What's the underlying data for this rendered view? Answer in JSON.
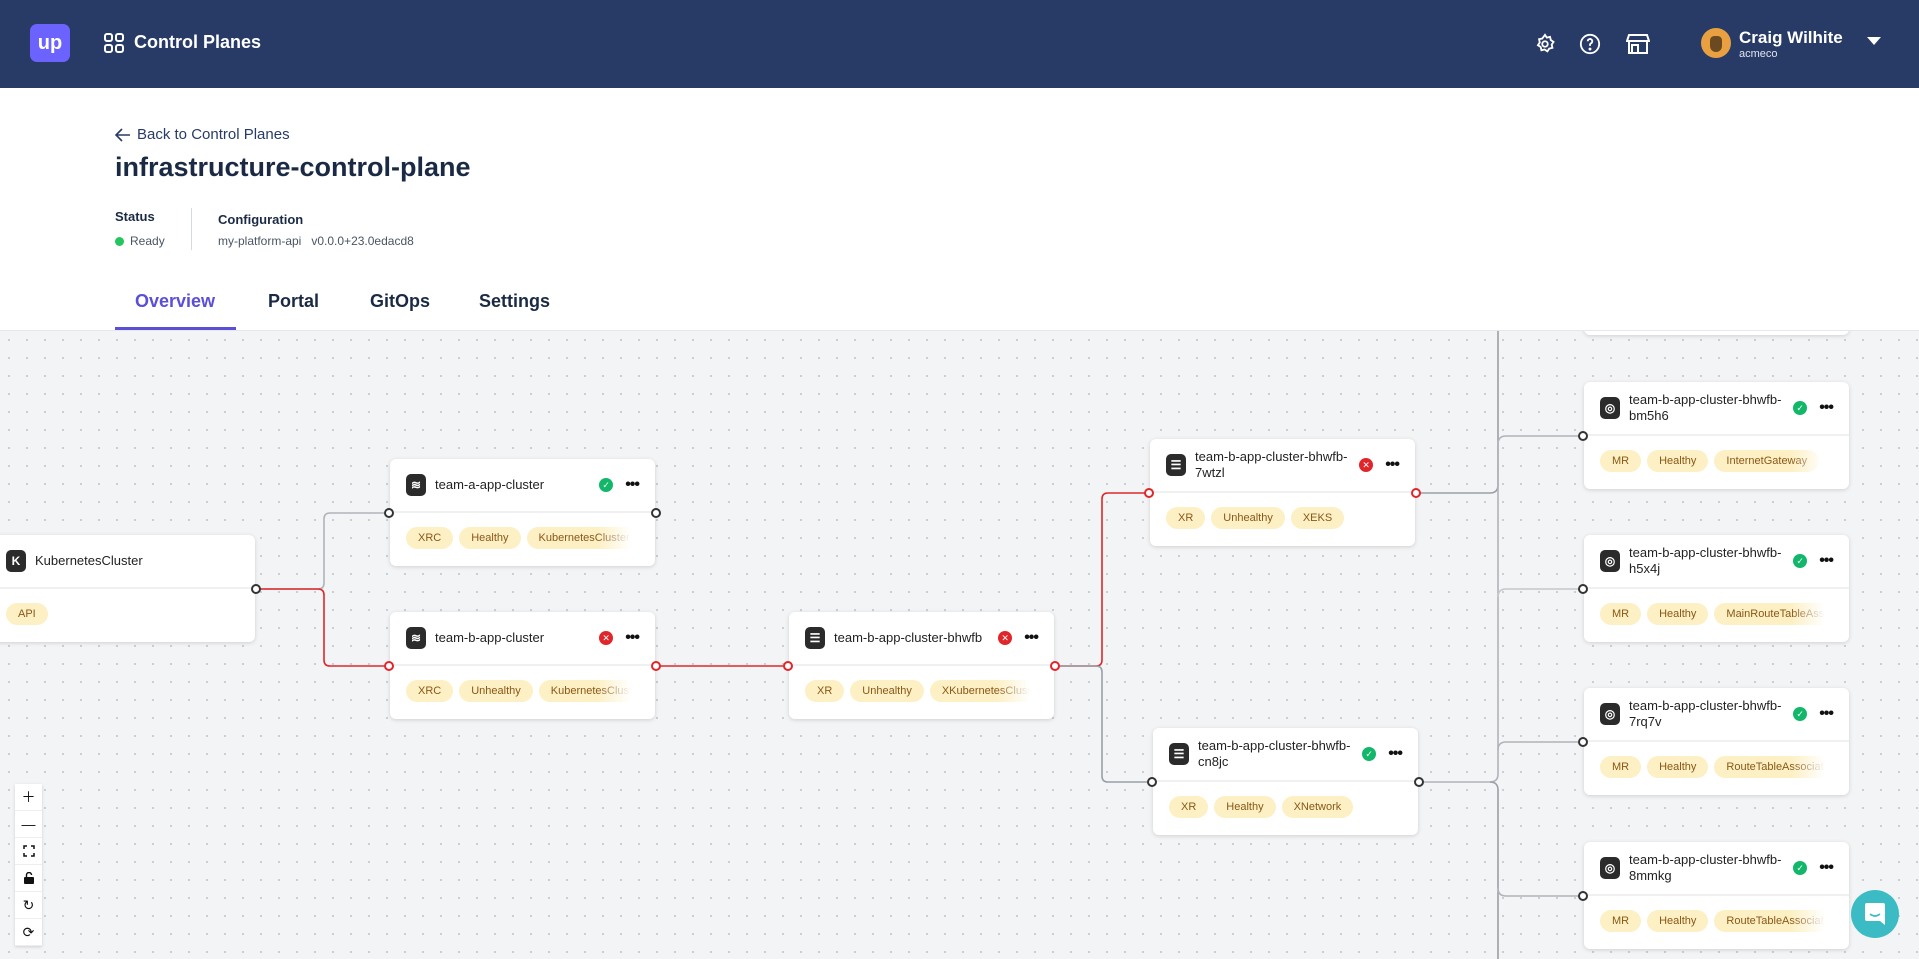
{
  "header": {
    "logo_text": "up",
    "section_title": "Control Planes",
    "user": {
      "name": "Craig Wilhite",
      "org": "acmeco"
    },
    "icons": [
      "gear-icon",
      "help-icon",
      "marketplace-icon"
    ]
  },
  "page": {
    "back_label": "Back to Control Planes",
    "title": "infrastructure-control-plane",
    "status_label": "Status",
    "status_value": "Ready",
    "configuration_label": "Configuration",
    "configuration_name": "my-platform-api",
    "configuration_version": "v0.0.0+23.0edacd8"
  },
  "tabs": [
    {
      "label": "Overview",
      "active": true
    },
    {
      "label": "Portal"
    },
    {
      "label": "GitOps"
    },
    {
      "label": "Settings"
    }
  ],
  "colors": {
    "accent": "#5b4fd8",
    "header_bg": "#283b66",
    "healthy": "#12b76a",
    "unhealthy": "#e0262a",
    "tag_bg": "#fdf0c4"
  },
  "nodes": [
    {
      "title": "KubernetesCluster",
      "icon": "K",
      "status": null,
      "tags": [
        "API"
      ]
    },
    {
      "title": "team-a-app-cluster",
      "icon": "layers",
      "status": "healthy",
      "tags": [
        "XRC",
        "Healthy",
        "KubernetesCluster"
      ]
    },
    {
      "title": "team-b-app-cluster",
      "icon": "layers",
      "status": "unhealthy",
      "tags": [
        "XRC",
        "Unhealthy",
        "KubernetesCluster"
      ]
    },
    {
      "title": "team-b-app-cluster-bhwfb",
      "icon": "list",
      "status": "unhealthy",
      "tags": [
        "XR",
        "Unhealthy",
        "XKubernetesCluster"
      ]
    },
    {
      "title": "team-b-app-cluster-bhwfb-7wtzl",
      "icon": "list",
      "status": "unhealthy",
      "tags": [
        "XR",
        "Unhealthy",
        "XEKS"
      ]
    },
    {
      "title": "team-b-app-cluster-bhwfb-cn8jc",
      "icon": "list",
      "status": "healthy",
      "tags": [
        "XR",
        "Healthy",
        "XNetwork"
      ]
    },
    {
      "title": "",
      "icon": "target",
      "status": null,
      "tags": []
    },
    {
      "title": "team-b-app-cluster-bhwfb-bm5h6",
      "icon": "target",
      "status": "healthy",
      "tags": [
        "MR",
        "Healthy",
        "InternetGateway"
      ]
    },
    {
      "title": "team-b-app-cluster-bhwfb-h5x4j",
      "icon": "target",
      "status": "healthy",
      "tags": [
        "MR",
        "Healthy",
        "MainRouteTableAssociation"
      ]
    },
    {
      "title": "team-b-app-cluster-bhwfb-7rq7v",
      "icon": "target",
      "status": "healthy",
      "tags": [
        "MR",
        "Healthy",
        "RouteTableAssociation"
      ]
    },
    {
      "title": "team-b-app-cluster-bhwfb-8mmkg",
      "icon": "target",
      "status": "healthy",
      "tags": [
        "MR",
        "Healthy",
        "RouteTableAssociation"
      ]
    }
  ],
  "canvas_controls": [
    "zoom-in",
    "zoom-out",
    "fit-view",
    "lock",
    "rotate",
    "refresh"
  ]
}
